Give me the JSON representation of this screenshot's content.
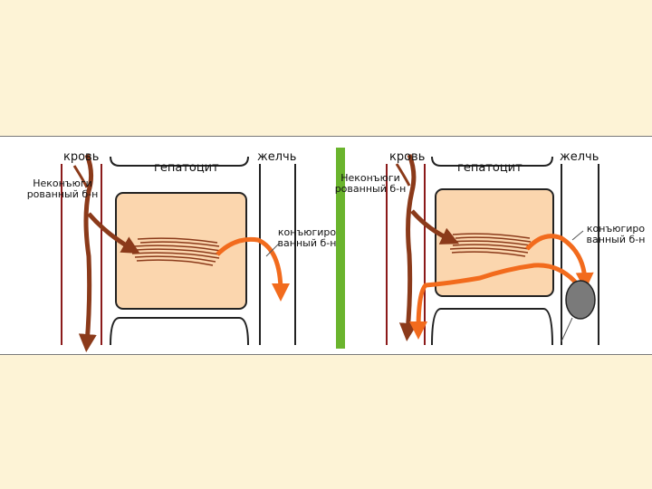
{
  "colors": {
    "background": "#fdf3d6",
    "cell_fill": "#fbd6ae",
    "blood_vessel": "#8b1a1a",
    "unconjugated_arrow": "#8b3a1a",
    "conjugated_arrow": "#f26b1d",
    "separator": "#6ab42d",
    "gray_body": "#7a7a7a"
  },
  "panel_left": {
    "blood_label": "кровь",
    "hepatocyte_label": "гепатоцит",
    "bile_label": "желчь",
    "unconjugated_label_line1": "Неконъюги",
    "unconjugated_label_line2": "рованный б-н",
    "conjugated_label_line1": "конъюгиро",
    "conjugated_label_line2": "ванный б-н"
  },
  "panel_right": {
    "blood_label": "кровь",
    "hepatocyte_label": "гепатоцит",
    "bile_label": "желчь",
    "unconjugated_label_line1": "Неконъюги",
    "unconjugated_label_line2": "рованный б-н",
    "conjugated_label_line1": "конъюгиро",
    "conjugated_label_line2": "ванный б-н"
  }
}
